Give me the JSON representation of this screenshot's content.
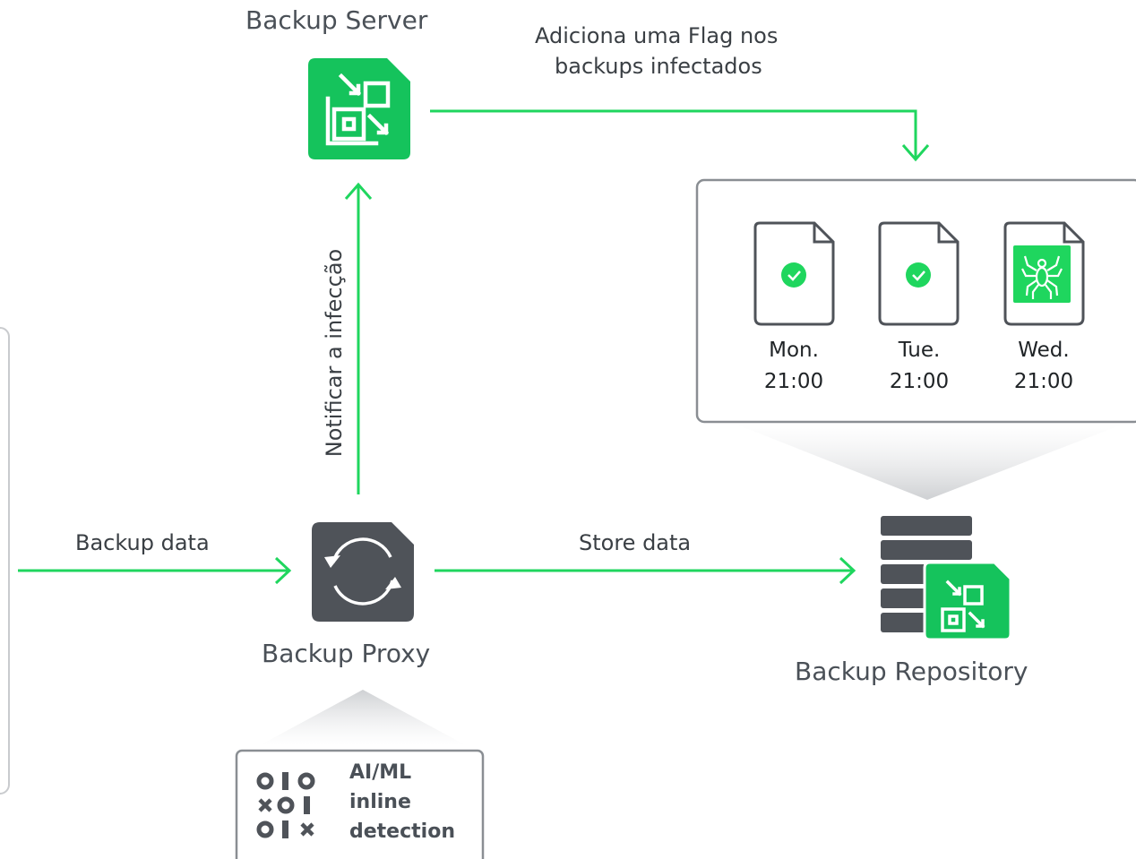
{
  "colors": {
    "green": "#1fd65e",
    "icon_green": "#15c35c",
    "dark": "#4f5359",
    "border": "#8a8e93",
    "text": "#3a3f44"
  },
  "nodes": {
    "backup_server": {
      "label": "Backup Server",
      "icon": "veeam-server-icon"
    },
    "backup_proxy": {
      "label": "Backup Proxy",
      "icon": "proxy-sync-icon"
    },
    "backup_repository": {
      "label": "Backup Repository",
      "icon": "database-repository-icon"
    }
  },
  "edges": {
    "flag": {
      "line1": "Adiciona uma Flag nos",
      "line2": "backups infectados"
    },
    "notify": "Notificar a infecção",
    "backup_data": "Backup data",
    "store_data": "Store data"
  },
  "repository_files": [
    {
      "day": "Mon.",
      "time": "21:00",
      "status": "clean",
      "icon": "check-circle-icon"
    },
    {
      "day": "Tue.",
      "time": "21:00",
      "status": "clean",
      "icon": "check-circle-icon"
    },
    {
      "day": "Wed.",
      "time": "21:00",
      "status": "infected",
      "icon": "spider-icon"
    }
  ],
  "ai_detection": {
    "line1": "AI/ML",
    "line2": "inline",
    "line3": "detection",
    "binary_rows": [
      "010",
      "x01",
      "01x"
    ],
    "icon": "binary-matrix-icon"
  }
}
